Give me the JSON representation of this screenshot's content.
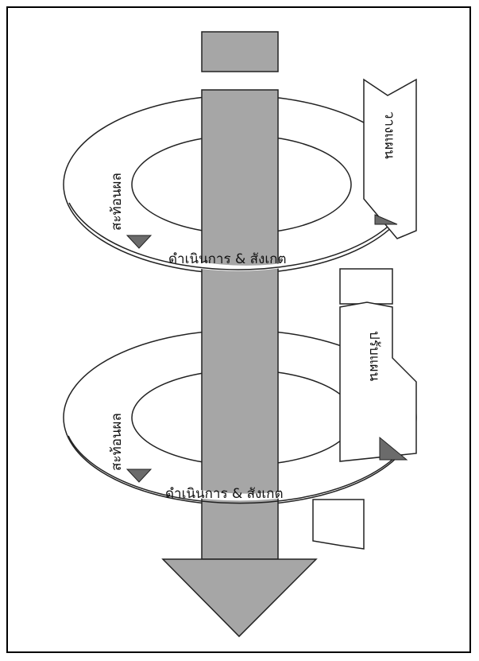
{
  "colors": {
    "shaft": "#a6a6a6",
    "triangle": "#6b6b6b",
    "outline": "#222222",
    "ring_fill": "#ffffff"
  },
  "cycles": [
    {
      "reflect_label": "สะท้อนผล",
      "act_observe_label": "ดำเนินการ & สังเกต",
      "plan_label": "วางแผน"
    },
    {
      "reflect_label": "สะท้อนผล",
      "act_observe_label": "ดำเนินการ & สังเกต",
      "plan_label": "ปรับแผน"
    }
  ]
}
